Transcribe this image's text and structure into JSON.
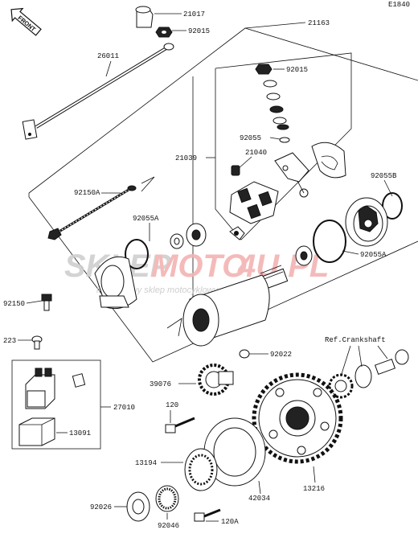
{
  "diagram_code": "E1840",
  "front_label": "FRONT",
  "watermark": {
    "main_a": "SKLEP",
    "main_b": "MOTO",
    "main_c": "4U.PL",
    "sub": "internetowy sklep motocyklowy"
  },
  "parts": {
    "p21017": "21017",
    "p92015a": "92015",
    "p21163": "21163",
    "p26011": "26011",
    "p92015b": "92015",
    "p92055": "92055",
    "p21040": "21040",
    "p21039": "21039",
    "p92055b": "92055B",
    "p92150a": "92150A",
    "p92055a1": "92055A",
    "p92055a2": "92055A",
    "p92150": "92150",
    "p223": "223",
    "p92022": "92022",
    "ref_crankshaft": "Ref.Crankshaft",
    "p39076": "39076",
    "p27010": "27010",
    "p120": "120",
    "p13091": "13091",
    "p13194": "13194",
    "p42034": "42034",
    "p13216": "13216",
    "p92026": "92026",
    "p92046": "92046",
    "p120a": "120A"
  },
  "colors": {
    "watermark_red": "#f3b3b3",
    "watermark_grey": "#cfcfcf",
    "ink": "#111111"
  }
}
